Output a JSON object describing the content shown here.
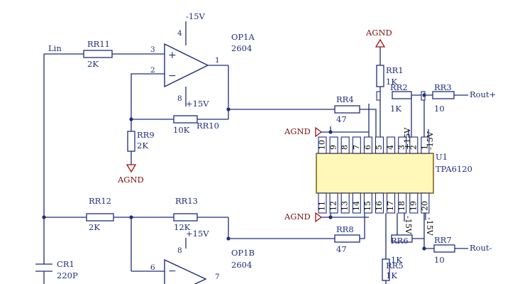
{
  "nets": {
    "lin": "Lin",
    "agnd": "AGND",
    "rout_plus": "Rout+",
    "rout_minus": "Rout-"
  },
  "opamps": {
    "op1a": {
      "ref": "OP1A",
      "part": "2604",
      "pin_in_plus": "3",
      "pin_in_minus": "2",
      "pin_out": "1",
      "pin_vminus": "4",
      "pin_vplus": "8",
      "supply_top": "-15V",
      "supply_bottom": "+15V",
      "plus": "+",
      "minus": "−"
    },
    "op1b": {
      "ref": "OP1B",
      "part": "2604",
      "pin_in_plus": "6",
      "pin_out": "7",
      "pin_top": "8",
      "supply_top": "+15V",
      "minus": "−"
    }
  },
  "resistors": {
    "rr11": {
      "ref": "RR11",
      "value": "2K"
    },
    "rr10": {
      "ref": "RR10",
      "value": "10K"
    },
    "rr9": {
      "ref": "RR9",
      "value": "2K"
    },
    "rr12": {
      "ref": "RR12",
      "value": "2K"
    },
    "rr13": {
      "ref": "RR13",
      "value": "12K"
    },
    "rr4": {
      "ref": "RR4",
      "value": "47"
    },
    "rr8": {
      "ref": "RR8",
      "value": "47"
    },
    "rr1": {
      "ref": "RR1",
      "value": "1K"
    },
    "rr2": {
      "ref": "RR2",
      "value": "1K"
    },
    "rr3": {
      "ref": "RR3",
      "value": "10"
    },
    "rr5": {
      "ref": "RR5",
      "value": "1K"
    },
    "rr6": {
      "ref": "RR6",
      "value": "1K"
    },
    "rr7": {
      "ref": "RR7",
      "value": "10"
    }
  },
  "capacitors": {
    "cr1": {
      "ref": "CR1",
      "value": "220P"
    }
  },
  "ic": {
    "ref": "U1",
    "part": "TPA6120",
    "top_pins": [
      "10",
      "9",
      "8",
      "7",
      "6",
      "5",
      "4",
      "3",
      "2",
      "1"
    ],
    "bottom_pins": [
      "11",
      "12",
      "13",
      "14",
      "15",
      "16",
      "17",
      "18",
      "19",
      "20"
    ],
    "supply_top_1": "+15V",
    "supply_top_2": "-15V",
    "supply_bottom_1": "-15V",
    "supply_bottom_2": "-15V"
  },
  "colors": {
    "wire": "#1f2d7a",
    "ic_fill": "#fff8b8",
    "ic_border": "#7a5a10",
    "ground_symbol": "#a01010"
  }
}
